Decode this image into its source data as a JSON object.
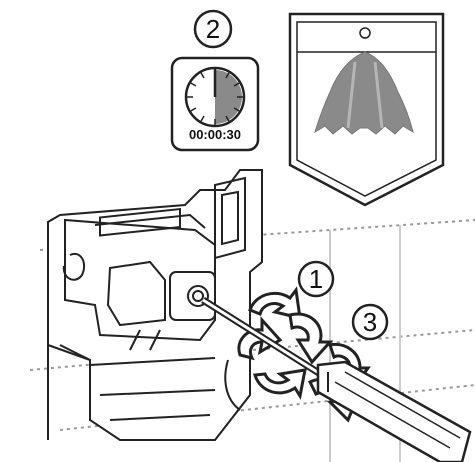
{
  "steps": {
    "step_1": "1",
    "step_2": "2",
    "step_3": "3"
  },
  "timer": {
    "readout": "00:00:30",
    "elapsed_fraction": 0.5
  },
  "colors": {
    "line": "#222222",
    "shade": "#8a8a8a",
    "light_shade": "#b5b5b5",
    "background": "#ffffff"
  }
}
